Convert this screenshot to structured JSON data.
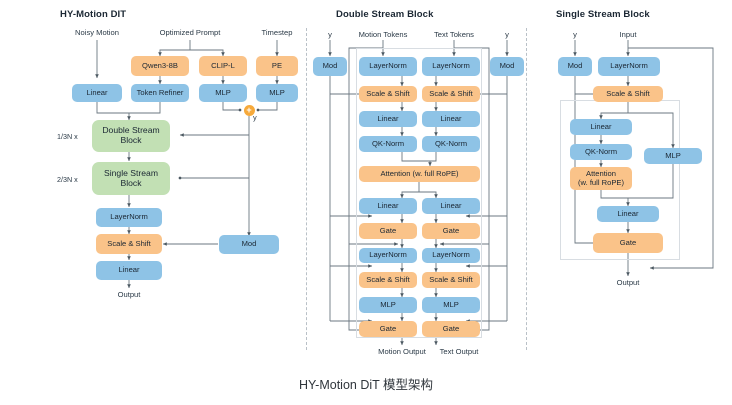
{
  "caption": "HY-Motion DiT 模型架构",
  "panels": {
    "left": {
      "title": "HY-Motion DIT",
      "inputs": [
        {
          "label": "Noisy Motion"
        },
        {
          "label": "Optimized Prompt"
        },
        {
          "label": "Timestep"
        }
      ],
      "nodes": [
        {
          "label": "Qwen3-8B",
          "color": "orange"
        },
        {
          "label": "CLIP-L",
          "color": "orange"
        },
        {
          "label": "PE",
          "color": "orange"
        },
        {
          "label": "Linear",
          "color": "blue"
        },
        {
          "label": "Token Refiner",
          "color": "blue"
        },
        {
          "label": "MLP",
          "color": "blue"
        },
        {
          "label": "MLP",
          "color": "blue"
        },
        {
          "label": "Double Stream",
          "label2": "Block",
          "color": "green"
        },
        {
          "label": "Single Stream",
          "label2": "Block",
          "color": "green"
        },
        {
          "label": "LayerNorm",
          "color": "blue"
        },
        {
          "label": "Scale & Shift",
          "color": "orange"
        },
        {
          "label": "Linear",
          "color": "blue"
        },
        {
          "label": "Mod",
          "color": "blue"
        }
      ],
      "plus_symbol": "+",
      "y_label": "y",
      "repeat_double": "1/3N x",
      "repeat_single": "2/3N x",
      "output_label": "Output"
    },
    "middle": {
      "title": "Double Stream Block",
      "inputs": [
        {
          "label": "y"
        },
        {
          "label": "Motion Tokens"
        },
        {
          "label": "Text Tokens"
        },
        {
          "label": "y"
        }
      ],
      "mod_left": "Mod",
      "mod_right": "Mod",
      "motion_stack": [
        {
          "label": "LayerNorm",
          "color": "blue"
        },
        {
          "label": "Scale & Shift",
          "color": "orange"
        },
        {
          "label": "Linear",
          "color": "blue"
        },
        {
          "label": "QK-Norm",
          "color": "blue"
        }
      ],
      "text_stack": [
        {
          "label": "LayerNorm",
          "color": "blue"
        },
        {
          "label": "Scale & Shift",
          "color": "orange"
        },
        {
          "label": "Linear",
          "color": "blue"
        },
        {
          "label": "QK-Norm",
          "color": "blue"
        }
      ],
      "attention": {
        "label": "Attention (w. full RoPE)",
        "color": "orange"
      },
      "motion_stack2": [
        {
          "label": "Linear",
          "color": "blue"
        },
        {
          "label": "Gate",
          "color": "orange"
        },
        {
          "label": "LayerNorm",
          "color": "blue"
        },
        {
          "label": "Scale & Shift",
          "color": "orange"
        },
        {
          "label": "MLP",
          "color": "blue"
        },
        {
          "label": "Gate",
          "color": "orange"
        }
      ],
      "text_stack2": [
        {
          "label": "Linear",
          "color": "blue"
        },
        {
          "label": "Gate",
          "color": "orange"
        },
        {
          "label": "LayerNorm",
          "color": "blue"
        },
        {
          "label": "Scale & Shift",
          "color": "orange"
        },
        {
          "label": "MLP",
          "color": "blue"
        },
        {
          "label": "Gate",
          "color": "orange"
        }
      ],
      "outputs": [
        {
          "label": "Motion Output"
        },
        {
          "label": "Text Output"
        }
      ]
    },
    "right": {
      "title": "Single Stream Block",
      "inputs": [
        {
          "label": "y"
        },
        {
          "label": "Input"
        }
      ],
      "mod": "Mod",
      "nodes": [
        {
          "label": "LayerNorm",
          "color": "blue"
        },
        {
          "label": "Scale & Shift",
          "color": "orange"
        },
        {
          "label": "Linear",
          "color": "blue"
        },
        {
          "label": "QK-Norm",
          "color": "blue"
        },
        {
          "label": "Attention",
          "label2": "(w. full RoPE)",
          "color": "orange"
        },
        {
          "label": "MLP",
          "color": "blue"
        },
        {
          "label": "Linear",
          "color": "blue"
        },
        {
          "label": "Gate",
          "color": "orange"
        }
      ],
      "output_label": "Output"
    }
  },
  "colors": {
    "blue": "#8ec3e6",
    "orange": "#fac389",
    "green": "#c2e0b4",
    "plus": "#f6a93b",
    "wire": "#6b7780",
    "divider": "#b9c0c7",
    "background": "#ffffff"
  }
}
